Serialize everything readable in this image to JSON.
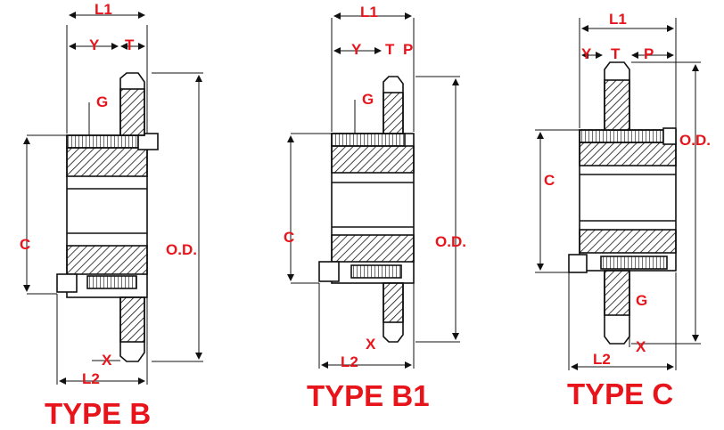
{
  "diagrams": [
    {
      "id": "type-b",
      "title": "TYPE B",
      "labels": {
        "l1": "L1",
        "y": "Y",
        "t": "T",
        "g": "G",
        "c": "C",
        "od": "O.D.",
        "x": "X",
        "l2": "L2"
      }
    },
    {
      "id": "type-b1",
      "title": "TYPE B1",
      "labels": {
        "l1": "L1",
        "y": "Y",
        "t": "T",
        "p": "P",
        "g": "G",
        "c": "C",
        "od": "O.D.",
        "x": "X",
        "l2": "L2"
      }
    },
    {
      "id": "type-c",
      "title": "TYPE C",
      "labels": {
        "l1": "L1",
        "y": "Y",
        "t": "T",
        "p": "P",
        "c": "C",
        "od": "O.D.",
        "g": "G",
        "l2": "L2",
        "x": "X"
      }
    }
  ],
  "colors": {
    "label": "#e8141b",
    "line": "#111111",
    "background": "#ffffff"
  }
}
